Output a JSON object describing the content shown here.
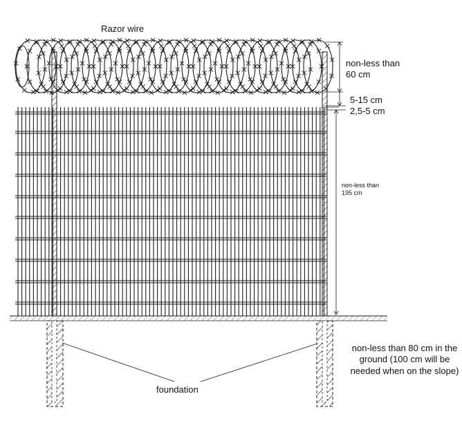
{
  "labels": {
    "razor_wire": "Razor wire",
    "top_height": "non-less than 60 cm",
    "gap_upper": "5-15 cm",
    "gap_lower": "2,5-5 cm",
    "fence_height": "non-less than 195 cm",
    "ground_depth": "non-less than 80 cm in the ground (100 cm will be needed when on the slope)",
    "foundation": "foundation"
  },
  "colors": {
    "line": "#1a1a1a",
    "background": "#ffffff"
  }
}
